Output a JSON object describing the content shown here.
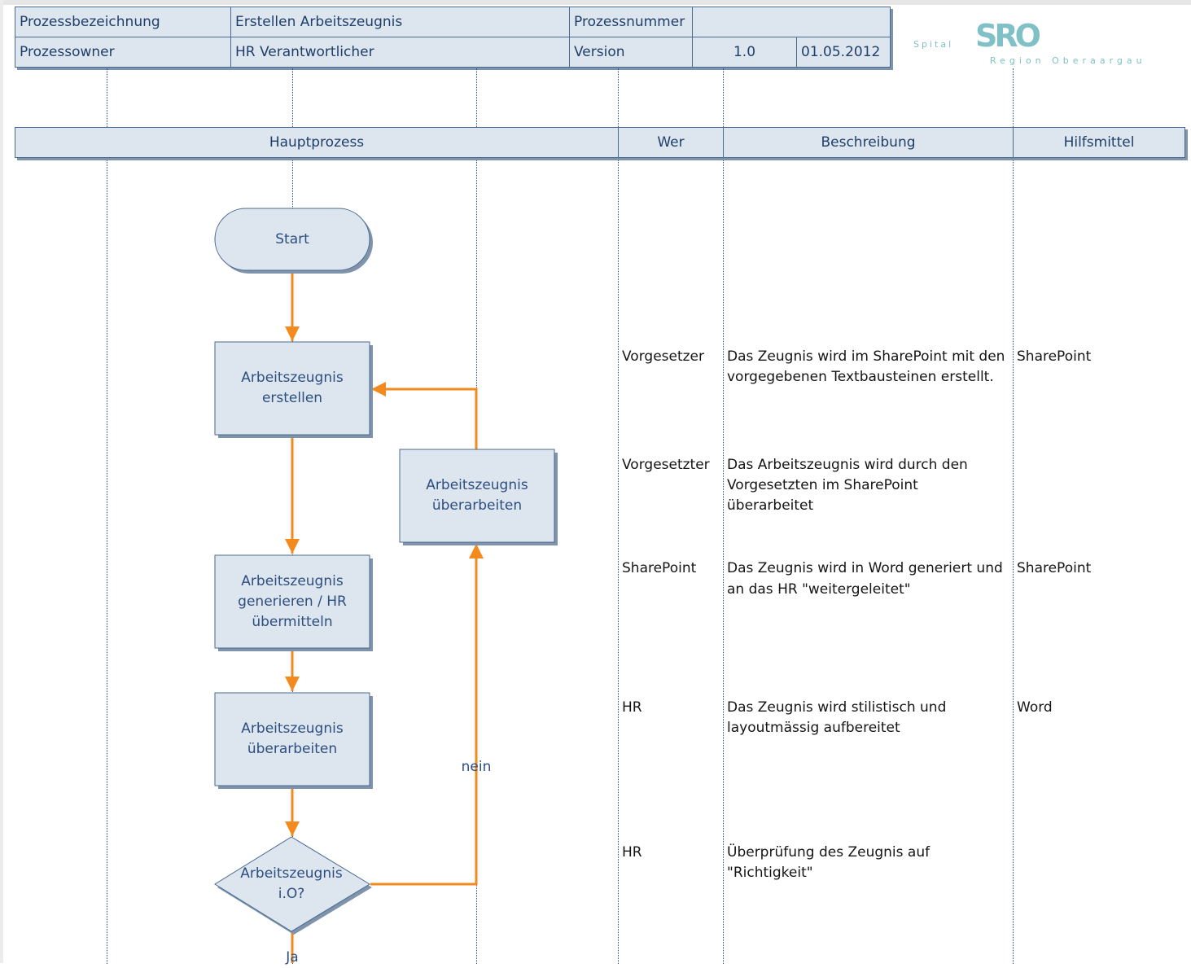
{
  "header": {
    "process_name_label": "Prozessbezeichnung",
    "process_name_value": "Erstellen Arbeitszeugnis",
    "process_number_label": "Prozessnummer",
    "process_number_value": "",
    "owner_label": "Prozessowner",
    "owner_value": "HR Verantwortlicher",
    "version_label": "Version",
    "version_value": "1.0",
    "date_value": "01.05.2012"
  },
  "logo": {
    "spital": "Spital",
    "mark": "SRO",
    "region": "Region Oberaargau",
    "color": "#7fc1c6"
  },
  "columns": {
    "main": "Hauptprozess",
    "who": "Wer",
    "description": "Beschreibung",
    "tools": "Hilfsmittel"
  },
  "flow": {
    "start": "Start",
    "step_create": "Arbeitszeugnis erstellen",
    "step_revise_supervisor": "Arbeitszeugnis überarbeiten",
    "step_generate": "Arbeitszeugnis generieren / HR übermitteln",
    "step_revise_hr": "Arbeitszeugnis überarbeiten",
    "decision": "Arbeitszeugnis i.O?",
    "no_label": "nein",
    "yes_label": "Ja",
    "arrow_color": "#f28a1e",
    "shape_fill": "#dde5ee",
    "shape_border": "#4a6a8f"
  },
  "rows": [
    {
      "who": "Vorgesetzer",
      "desc": [
        "Das Zeugnis wird im SharePoint mit den",
        "vorgegebenen Textbausteinen erstellt."
      ],
      "tool": "SharePoint"
    },
    {
      "who": "Vorgesetzter",
      "desc": [
        "Das Arbeitszeugnis wird durch den",
        "Vorgesetzten im SharePoint",
        "überarbeitet"
      ],
      "tool": ""
    },
    {
      "who": "SharePoint",
      "desc": [
        "Das Zeugnis wird in Word generiert und",
        "an das HR \"weitergeleitet\""
      ],
      "tool": "SharePoint"
    },
    {
      "who": "HR",
      "desc": [
        "Das Zeugnis wird stilistisch und",
        "layoutmässig aufbereitet"
      ],
      "tool": "Word"
    },
    {
      "who": "HR",
      "desc": [
        "Überprüfung des Zeugnis auf",
        "\"Richtigkeit\""
      ],
      "tool": ""
    }
  ]
}
